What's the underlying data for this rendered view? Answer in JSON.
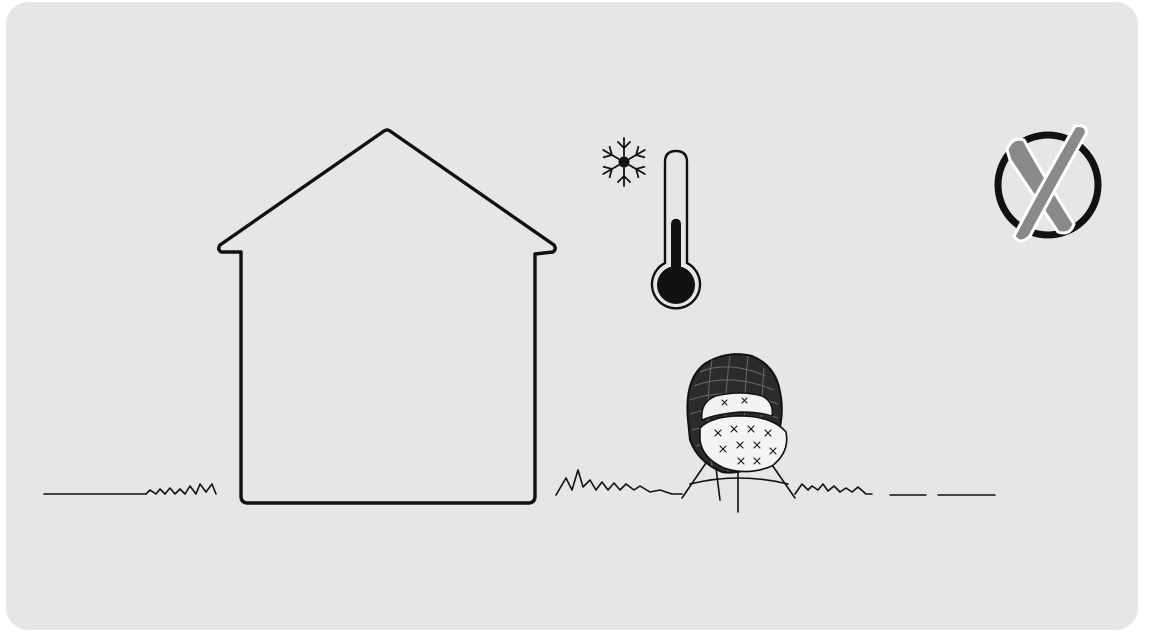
{
  "illustration": {
    "background_color": "#e6e6e8",
    "line_color": "#111111",
    "elements": {
      "house": "house-outline",
      "thermometer": "thermometer-icon",
      "thermometer_level": 0.55,
      "cold_indicator": "snowflake-icon",
      "furniture": "egg-chair",
      "ground": "grass-line"
    },
    "status_mark": {
      "icon": "cross-mark-icon",
      "color": "#8a8a8a",
      "meaning": "not-allowed"
    }
  }
}
